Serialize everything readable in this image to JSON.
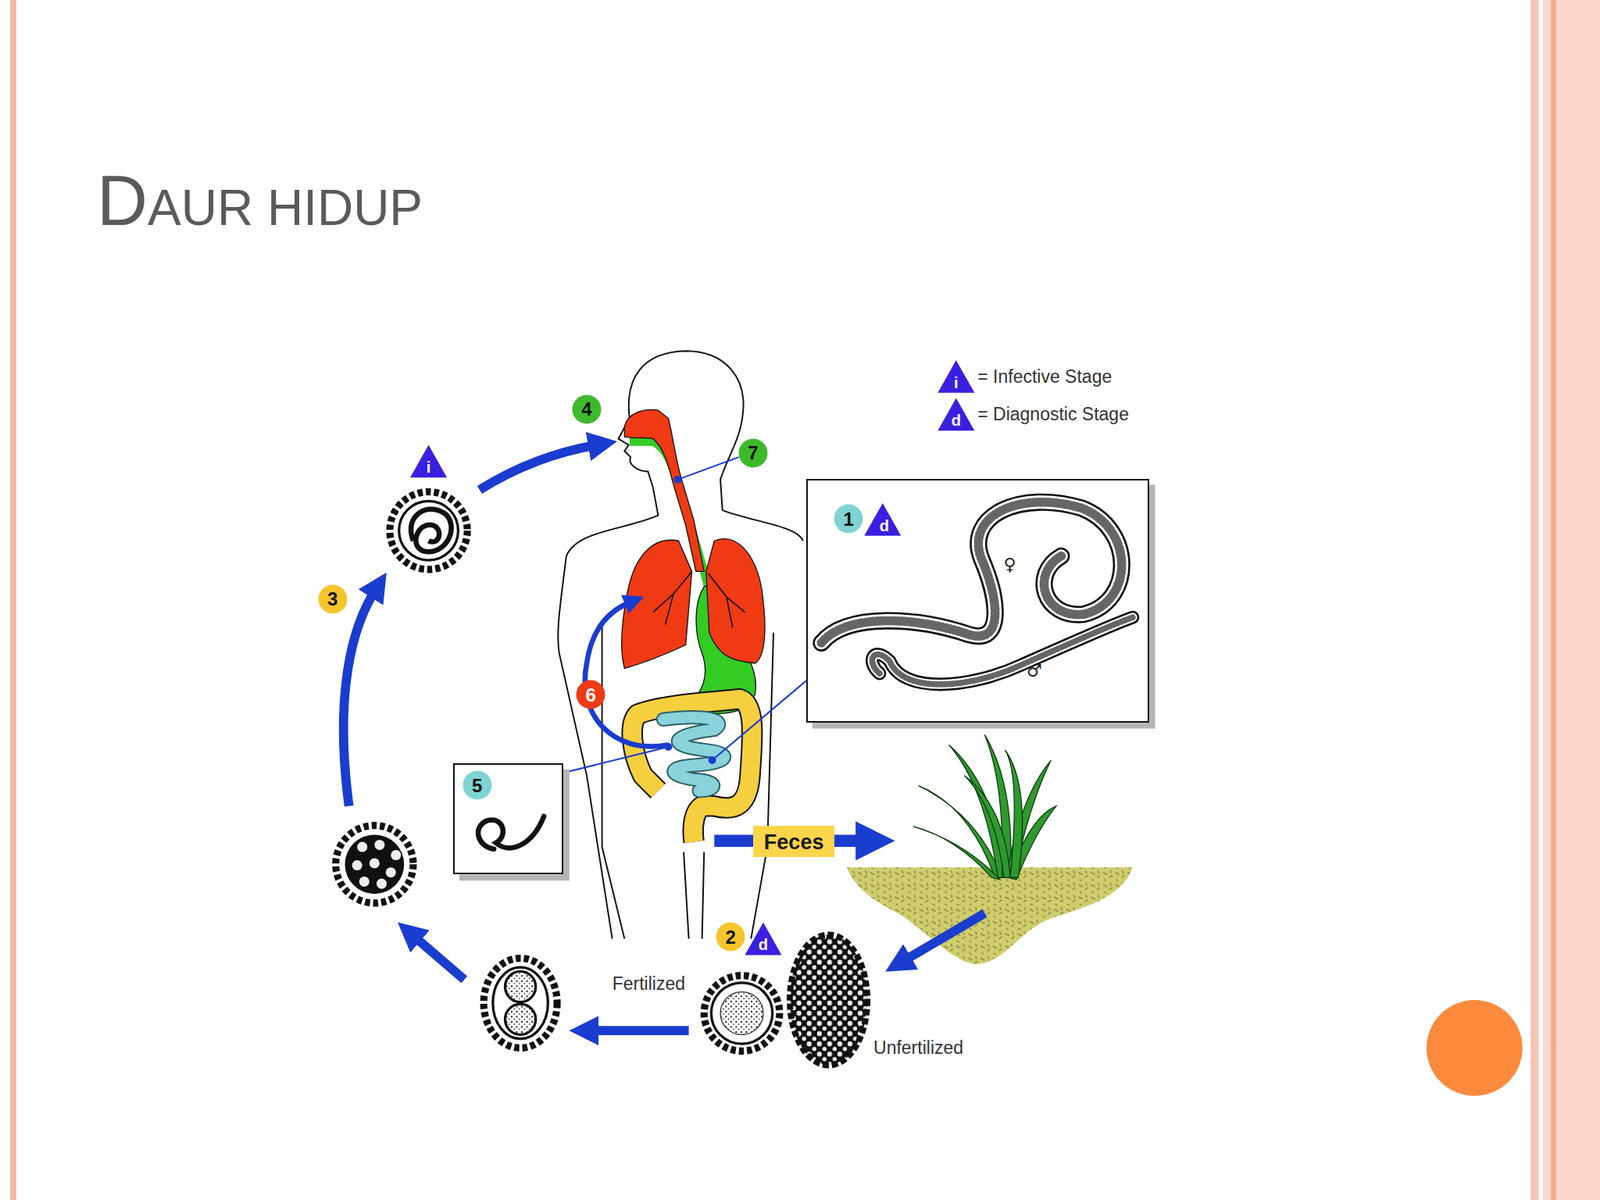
{
  "diagram": {
    "title": "DAUR HIDUP",
    "nodes": [
      {
        "text": [
          "1",
          "d",
          "♀",
          "♂"
        ]
      },
      {
        "text": [
          "5"
        ]
      },
      {
        "text": [
          "Feces"
        ]
      }
    ],
    "labels": [
      "4",
      "i",
      "d",
      "7",
      "i",
      "3",
      "6",
      "2",
      "d",
      "Fertilized",
      "Unfertilized"
    ],
    "legend": [
      {
        "text": "= Infective Stage"
      },
      {
        "text": "= Diagnostic Stage"
      }
    ]
  }
}
